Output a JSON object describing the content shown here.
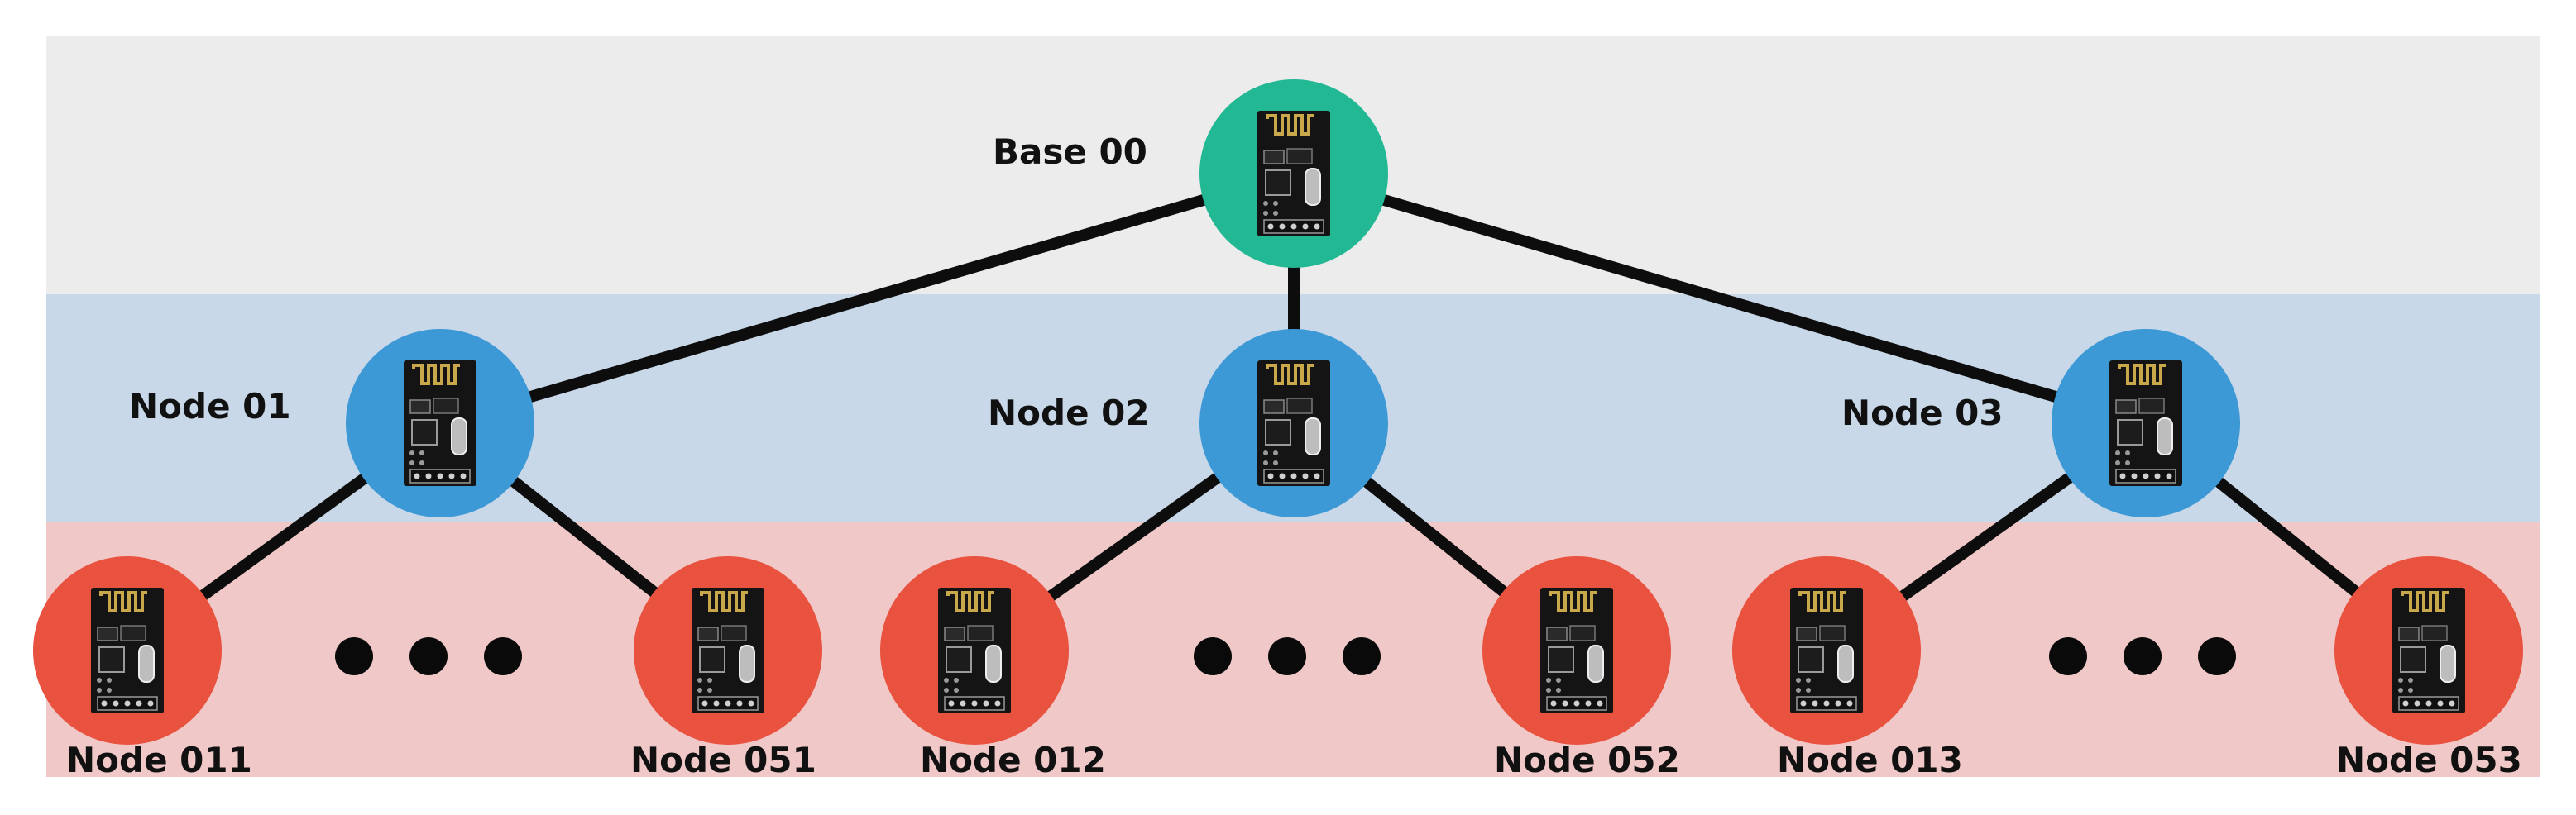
{
  "colors": {
    "band_base": "#ececec",
    "band_routers": "#c8d8e8",
    "band_leaves": "#f0c8c8",
    "base_node": "#22b894",
    "router_node": "#3d98d6",
    "leaf_node": "#e8523f",
    "link": "#0d0d0d",
    "module_board": "#141414",
    "module_antenna": "#c8a84a",
    "module_pins": "#9a9a9a"
  },
  "icons": {
    "node": "nrf24l01-radio-module-icon",
    "ellipsis": "ellipsis-dots-icon"
  },
  "base": {
    "id": "base-00",
    "label": "Base 00"
  },
  "routers": [
    {
      "id": "node-01",
      "label": "Node 01"
    },
    {
      "id": "node-02",
      "label": "Node 02"
    },
    {
      "id": "node-03",
      "label": "Node 03"
    }
  ],
  "leaves": [
    {
      "id": "node-011",
      "label": "Node 011",
      "parent": "node-01"
    },
    {
      "id": "node-051",
      "label": "Node 051",
      "parent": "node-01"
    },
    {
      "id": "node-012",
      "label": "Node 012",
      "parent": "node-02"
    },
    {
      "id": "node-052",
      "label": "Node 052",
      "parent": "node-02"
    },
    {
      "id": "node-013",
      "label": "Node 013",
      "parent": "node-03"
    },
    {
      "id": "node-053",
      "label": "Node 053",
      "parent": "node-03"
    }
  ]
}
